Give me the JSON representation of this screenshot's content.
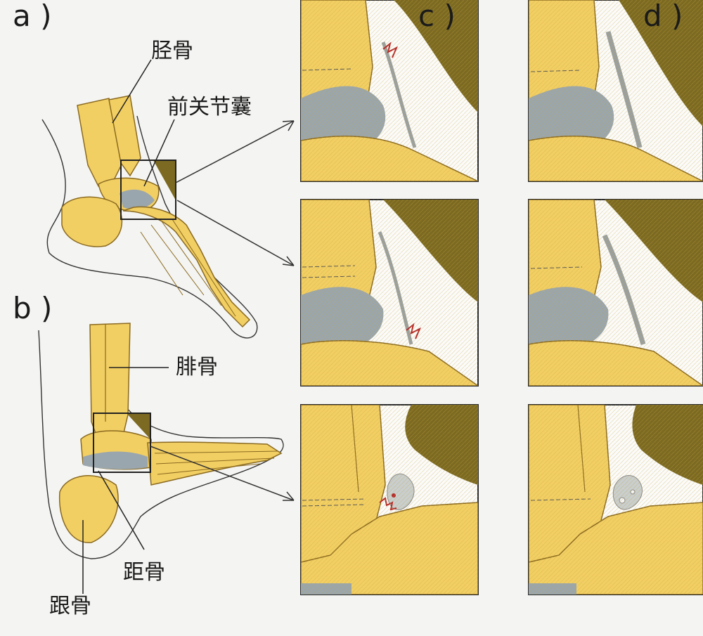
{
  "panels": {
    "a": "a )",
    "b": "b )",
    "c": "c )",
    "d": "d )"
  },
  "labels": {
    "tibia": "胫骨",
    "anterior_capsule": "前关节囊",
    "fibula": "腓骨",
    "talus": "距骨",
    "calcaneus": "跟骨"
  },
  "colors": {
    "bone": "#f2cf63",
    "bone_outline": "#8a6a20",
    "cartilage": "#9aa6ad",
    "soft_tissue": "#7c6a22",
    "capsule": "#c9cfcf",
    "injury": "#b52a2a",
    "frame": "#2a2a2a",
    "background": "#f4f4f2"
  }
}
